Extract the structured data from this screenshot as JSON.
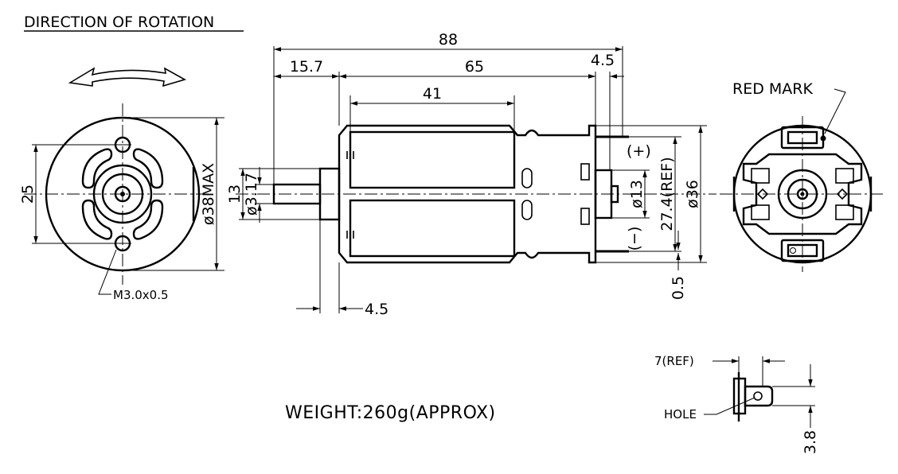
{
  "title": "DIRECTION OF ROTATION",
  "weight_note": "WEIGHT:260g(APPROX)",
  "dimensions": {
    "overall_length": "88",
    "shaft_length": "15.7",
    "body_length": "65",
    "terminal_offset": "4.5",
    "magnet_length": "41",
    "mount_hole_spacing": "25",
    "front_diameter": "ø38MAX",
    "mount_screw": "M3.0x0.5",
    "boss_diameter": "13",
    "shaft_diameter": "ø3.17",
    "front_step": "4.5",
    "rear_boss": "ø13",
    "terminal_span": "27.4(REF)",
    "body_diameter": "ø36",
    "terminal_thickness": "0.5",
    "terminal_length": "7(REF)",
    "terminal_width": "3.8"
  },
  "polarity": {
    "positive": "(+)",
    "negative": "(−)"
  },
  "callouts": {
    "red_mark": "RED MARK",
    "hole": "HOLE"
  }
}
